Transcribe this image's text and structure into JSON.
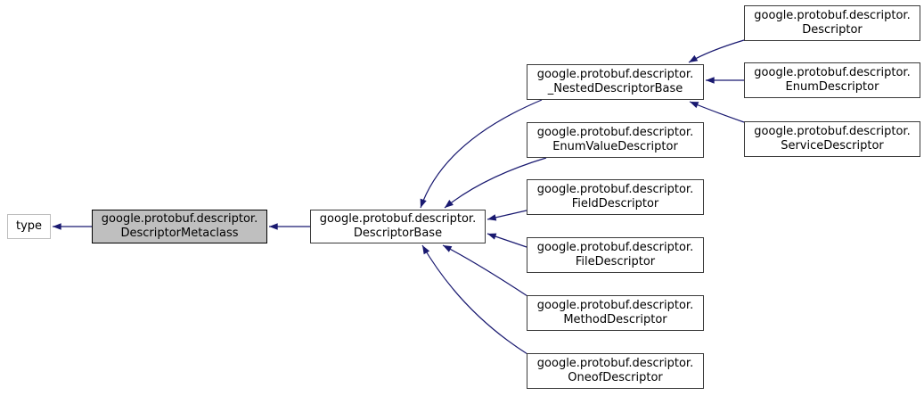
{
  "diagram_type": "class-inheritance-graph",
  "colors": {
    "arrow": "#191970",
    "node_border": "#3a3a3a",
    "current_node_fill": "#bfbfbf",
    "external_node_border": "#bebebe",
    "background": "#ffffff",
    "text": "#000000"
  },
  "nodes": [
    {
      "id": "type",
      "lines": [
        "type"
      ]
    },
    {
      "id": "descriptor-metaclass",
      "lines": [
        "google.protobuf.descriptor.",
        "DescriptorMetaclass"
      ]
    },
    {
      "id": "descriptor-base",
      "lines": [
        "google.protobuf.descriptor.",
        "DescriptorBase"
      ]
    },
    {
      "id": "nested-descriptor-base",
      "lines": [
        "google.protobuf.descriptor.",
        "_NestedDescriptorBase"
      ]
    },
    {
      "id": "enum-value-descriptor",
      "lines": [
        "google.protobuf.descriptor.",
        "EnumValueDescriptor"
      ]
    },
    {
      "id": "field-descriptor",
      "lines": [
        "google.protobuf.descriptor.",
        "FieldDescriptor"
      ]
    },
    {
      "id": "file-descriptor",
      "lines": [
        "google.protobuf.descriptor.",
        "FileDescriptor"
      ]
    },
    {
      "id": "method-descriptor",
      "lines": [
        "google.protobuf.descriptor.",
        "MethodDescriptor"
      ]
    },
    {
      "id": "oneof-descriptor",
      "lines": [
        "google.protobuf.descriptor.",
        "OneofDescriptor"
      ]
    },
    {
      "id": "descriptor",
      "lines": [
        "google.protobuf.descriptor.",
        "Descriptor"
      ]
    },
    {
      "id": "enum-descriptor",
      "lines": [
        "google.protobuf.descriptor.",
        "EnumDescriptor"
      ]
    },
    {
      "id": "service-descriptor",
      "lines": [
        "google.protobuf.descriptor.",
        "ServiceDescriptor"
      ]
    }
  ],
  "edges": [
    {
      "from": "descriptor-metaclass",
      "to": "type"
    },
    {
      "from": "descriptor-base",
      "to": "descriptor-metaclass"
    },
    {
      "from": "nested-descriptor-base",
      "to": "descriptor-base"
    },
    {
      "from": "enum-value-descriptor",
      "to": "descriptor-base"
    },
    {
      "from": "field-descriptor",
      "to": "descriptor-base"
    },
    {
      "from": "file-descriptor",
      "to": "descriptor-base"
    },
    {
      "from": "method-descriptor",
      "to": "descriptor-base"
    },
    {
      "from": "oneof-descriptor",
      "to": "descriptor-base"
    },
    {
      "from": "descriptor",
      "to": "nested-descriptor-base"
    },
    {
      "from": "enum-descriptor",
      "to": "nested-descriptor-base"
    },
    {
      "from": "service-descriptor",
      "to": "nested-descriptor-base"
    }
  ]
}
